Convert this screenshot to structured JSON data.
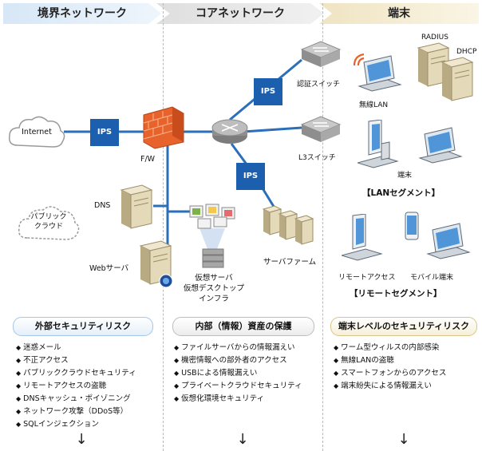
{
  "zones": {
    "border": "境界ネットワーク",
    "core": "コアネットワーク",
    "terminal": "端末"
  },
  "nodes": {
    "internet": "Internet",
    "public_cloud_line1": "パブリック",
    "public_cloud_line2": "クラウド",
    "ips": "IPS",
    "fw": "F/W",
    "dns": "DNS",
    "web_server": "Webサーバ",
    "auth_switch": "認証スイッチ",
    "l3_switch": "L3スイッチ",
    "server_farm": "サーバファーム",
    "virtual_line1": "仮想サーバ",
    "virtual_line2": "仮想デスクトップ",
    "virtual_line3": "インフラ",
    "radius": "RADIUS",
    "dhcp": "DHCP",
    "wireless_lan": "無線LAN",
    "terminal": "端末",
    "lan_segment": "【LANセグメント】",
    "remote_access": "リモートアクセス",
    "mobile_terminal": "モバイル端末",
    "remote_segment": "【リモートセグメント】"
  },
  "risks": {
    "external": {
      "title": "外部セキュリティリスク",
      "items": [
        "迷惑メール",
        "不正アクセス",
        "パブリッククラウドセキュリティ",
        "リモートアクセスの盗聴",
        "DNSキャッシュ・ポイゾニング",
        "ネットワーク攻撃（DDoS等）",
        "SQLインジェクション"
      ]
    },
    "internal": {
      "title": "内部（情報）資産の保護",
      "items": [
        "ファイルサーバからの情報漏えい",
        "機密情報への部外者のアクセス",
        "USBによる情報漏えい",
        "プライベートクラウドセキュリティ",
        "仮想化環境セキュリティ"
      ]
    },
    "terminal": {
      "title": "端末レベルのセキュリティリスク",
      "items": [
        "ワーム型ウィルスの内部感染",
        "無線LANの盗聴",
        "スマートフォンからのアクセス",
        "端末紛失による情報漏えい"
      ]
    }
  },
  "arrow_glyph": "↓",
  "colors": {
    "ips_blue": "#1b5fae",
    "link_blue": "#2a6fb8",
    "firewall_orange": "#e8632b"
  }
}
